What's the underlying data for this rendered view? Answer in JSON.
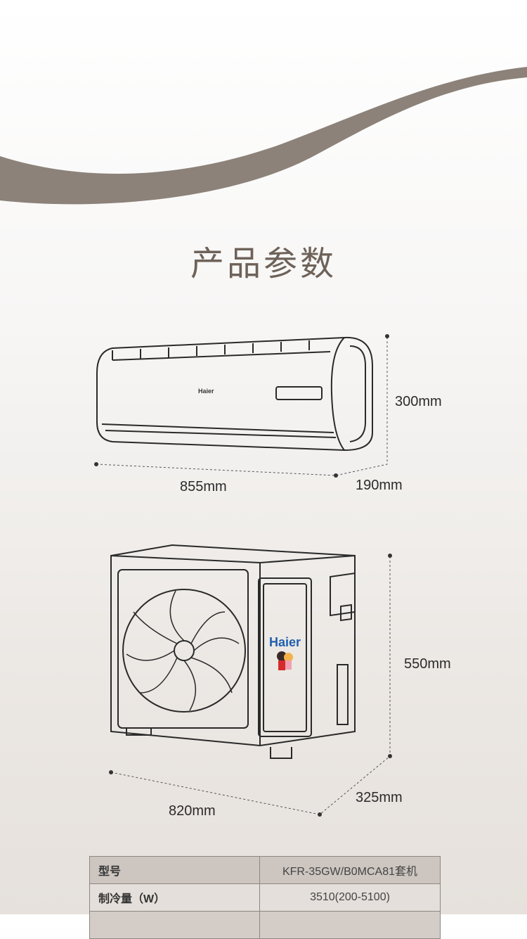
{
  "title": "产品参数",
  "indoor": {
    "brand": "Haier",
    "height": "300mm",
    "width": "855mm",
    "depth": "190mm"
  },
  "outdoor": {
    "brand": "Haier",
    "height": "550mm",
    "width": "820mm",
    "depth": "325mm"
  },
  "colors": {
    "wave": "#8c8279",
    "title": "#6e6259",
    "brand": "#1f5fae"
  },
  "specs": [
    {
      "label": "型号",
      "value": "KFR-35GW/B0MCA81套机"
    },
    {
      "label": "制冷量（W）",
      "value": "3510(200-5100)"
    },
    {
      "label": "",
      "value": ""
    }
  ]
}
